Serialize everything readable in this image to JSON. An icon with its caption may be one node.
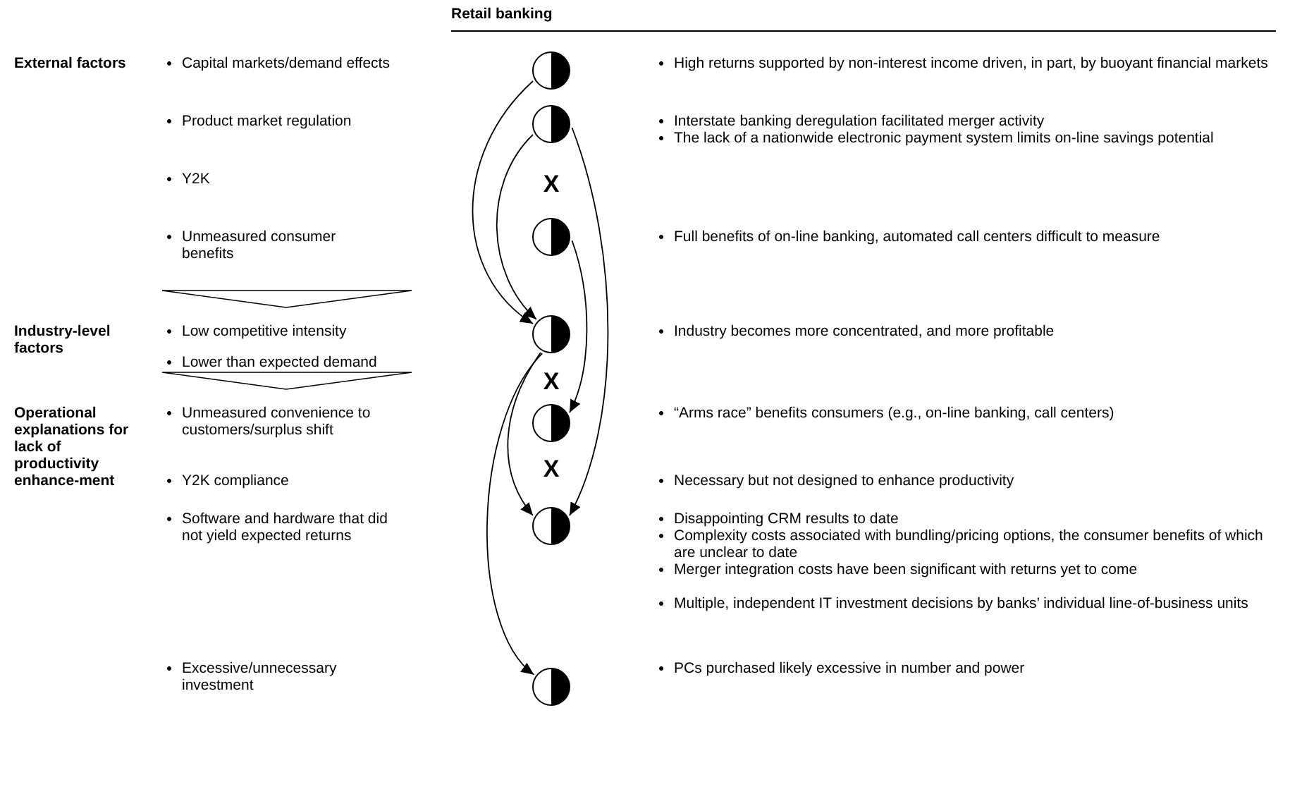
{
  "diagram": {
    "nodes": [
      {
        "text": [],
        "shape": "circle"
      },
      {
        "text": [],
        "shape": "circle"
      },
      {
        "text": [],
        "shape": "circle"
      },
      {
        "text": [],
        "shape": "circle"
      },
      {
        "text": [],
        "shape": "circle"
      },
      {
        "text": [],
        "shape": "circle"
      },
      {
        "text": [],
        "shape": "circle"
      }
    ],
    "edges": [
      {
        "from": 0,
        "to": 3,
        "arrow": "to"
      },
      {
        "from": 1,
        "to": 3,
        "arrow": "to"
      },
      {
        "from": 1,
        "to": 5,
        "arrow": "to"
      },
      {
        "from": 2,
        "to": 4,
        "arrow": "to"
      },
      {
        "from": 3,
        "to": 5,
        "arrow": "to"
      },
      {
        "from": 3,
        "to": 6,
        "arrow": "to"
      }
    ],
    "labels": [
      "Retail banking",
      "External factors",
      "Capital markets/demand effects",
      "High returns supported by non-interest income driven, in part, by buoyant financial markets",
      "Product market regulation",
      "Interstate banking deregulation facilitated merger activity",
      "The lack of a nationwide electronic payment system limits on-line savings potential",
      "Y2K",
      "X",
      "Unmeasured consumer benefits",
      "Full benefits of on-line banking, automated call centers difficult to measure",
      "Industry-level factors",
      "Low competitive intensity",
      "Industry becomes more concentrated, and more profitable",
      "Lower than expected demand",
      "X",
      "Operational explanations for lack of productivity enhance-ment",
      "Unmeasured convenience to customers/surplus shift",
      "“Arms race” benefits consumers (e.g., on-line banking, call centers)",
      "Y2K compliance",
      "X",
      "Necessary but not designed to enhance productivity",
      "Software and hardware that did not yield expected returns",
      "Disappointing CRM results to date",
      "Complexity costs associated with bundling/pricing options, the consumer benefits of which are unclear to date",
      "Merger integration costs have been significant with returns yet to come",
      "Multiple, independent IT investment decisions by banks’ individual line-of-business units",
      "Excessive/unnecessary investment",
      "PCs purchased likely excessive in number and power"
    ]
  }
}
